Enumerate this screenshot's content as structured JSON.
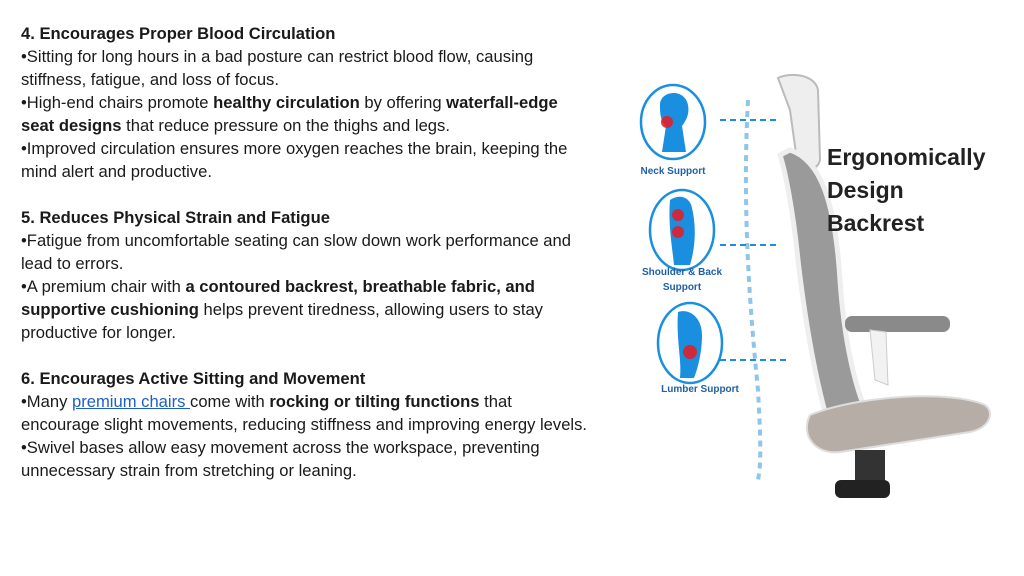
{
  "section4": {
    "heading": "4. Encourages Proper Blood Circulation",
    "bullet1": "•Sitting for long hours in a bad posture can restrict blood flow, causing stiffness, fatigue, and loss of focus.",
    "bullet2_pre": "•High-end chairs promote ",
    "bullet2_b1": "healthy circulation",
    "bullet2_mid": " by offering ",
    "bullet2_b2": "waterfall-edge seat designs",
    "bullet2_post": " that reduce pressure on the thighs and legs.",
    "bullet3": "•Improved circulation ensures more oxygen reaches the brain, keeping the mind alert and productive."
  },
  "section5": {
    "heading": "5. Reduces Physical Strain and Fatigue",
    "bullet1": "•Fatigue from uncomfortable seating can slow down work performance and lead to errors.",
    "bullet2_pre": "•A premium chair with ",
    "bullet2_b": "a contoured backrest, breathable fabric, and supportive cushioning",
    "bullet2_post": " helps prevent tiredness, allowing users to stay productive for longer."
  },
  "section6": {
    "heading": "6. Encourages Active Sitting and Movement",
    "bullet1_pre": "•Many ",
    "bullet1_link": "premium chairs ",
    "bullet1_mid": "come with ",
    "bullet1_b": "rocking or tilting functions",
    "bullet1_post": " that encourage slight movements, reducing stiffness and improving energy levels.",
    "bullet2": "•Swivel bases allow easy movement across the workspace, preventing unnecessary strain from stretching or leaning."
  },
  "figure": {
    "title_line1": "Ergonomically",
    "title_line2": "Design",
    "title_line3": "Backrest",
    "neck_label": "Neck Support",
    "shoulder_label_line1": "Shoulder & Back",
    "shoulder_label_line2": "Support",
    "lumbar_label": "Lumber Support",
    "colors": {
      "accent_blue": "#1a8fe0",
      "label_blue": "#1f5fa8",
      "pain_red": "#e0202a"
    }
  }
}
